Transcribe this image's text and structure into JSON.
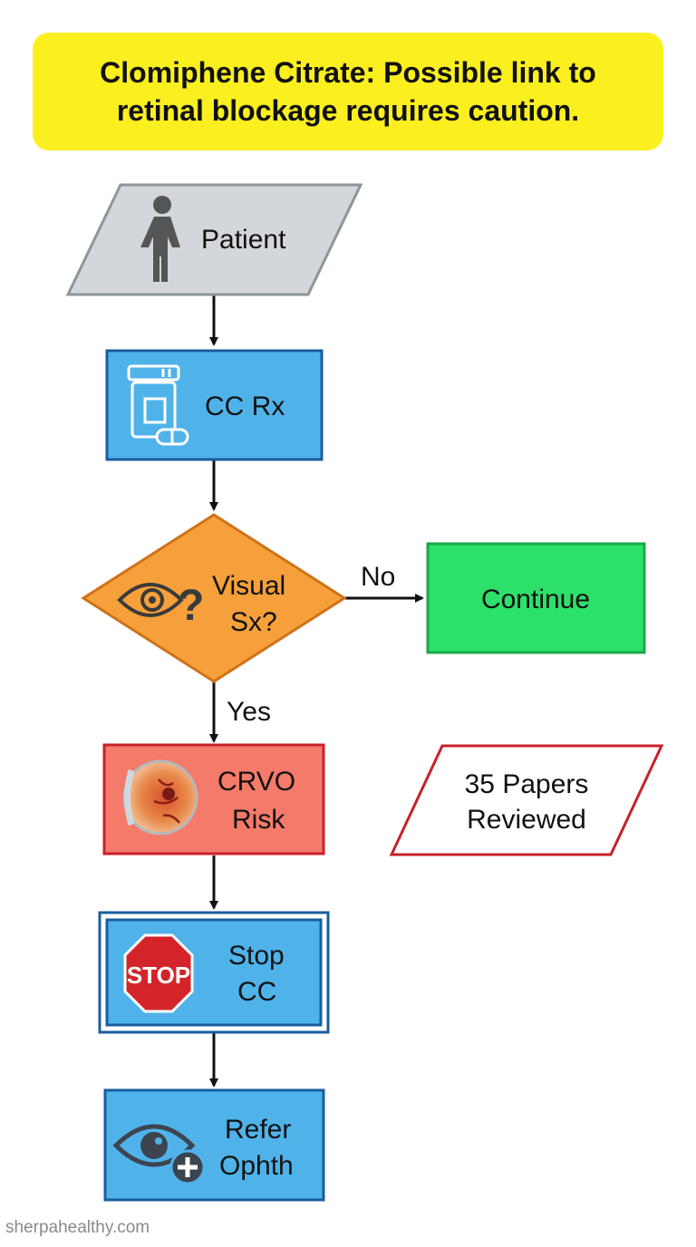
{
  "banner": {
    "line1": "Clomiphene Citrate: Possible link to",
    "line2": "retinal blockage requires caution."
  },
  "nodes": {
    "patient": {
      "label": "Patient",
      "shape": "parallelogram",
      "color": "#d3d6da",
      "icon": "person-icon"
    },
    "cc_rx": {
      "label": "CC Rx",
      "shape": "rectangle",
      "color": "#4fb3ea",
      "icon": "pill-bottle-icon"
    },
    "visual_sx": {
      "label_line1": "Visual",
      "label_line2": "Sx?",
      "shape": "diamond",
      "color": "#f5a03a",
      "icon": "eye-question-icon"
    },
    "continue": {
      "label": "Continue",
      "shape": "rectangle",
      "color": "#2de06a"
    },
    "crvo_risk": {
      "label_line1": "CRVO",
      "label_line2": "Risk",
      "shape": "rectangle",
      "color": "#f47a6a",
      "icon": "eyeball-icon"
    },
    "papers": {
      "label_line1": "35 Papers",
      "label_line2": "Reviewed",
      "shape": "parallelogram",
      "color": "#ffffff",
      "border": "#c8202a"
    },
    "stop_cc": {
      "label_line1": "Stop",
      "label_line2": "CC",
      "shape": "rectangle",
      "color": "#4fb3ea",
      "icon": "stop-sign-icon",
      "icon_text": "STOP"
    },
    "refer_ophth": {
      "label_line1": "Refer",
      "label_line2": "Ophth",
      "shape": "rectangle",
      "color": "#4fb3ea",
      "icon": "eye-plus-icon"
    }
  },
  "edges": {
    "no_label": "No",
    "yes_label": "Yes"
  },
  "footer": {
    "text": "sherpahealthy.com"
  }
}
